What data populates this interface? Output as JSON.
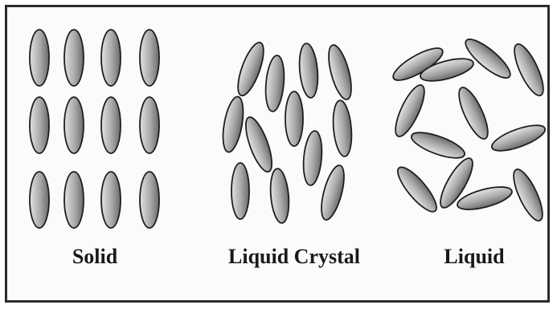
{
  "panels": [
    {
      "id": "solid",
      "label": "Solid"
    },
    {
      "id": "liquid-crystal",
      "label": "Liquid Crystal"
    },
    {
      "id": "liquid",
      "label": "Liquid"
    }
  ],
  "colors": {
    "molecule_fill_light": "#d8d8d8",
    "molecule_fill_dark": "#6e6e6e",
    "molecule_stroke": "#1e1e1e",
    "frame": "#2b2b2b"
  },
  "icons": {
    "molecule": "rod-shaped-molecule-icon"
  }
}
